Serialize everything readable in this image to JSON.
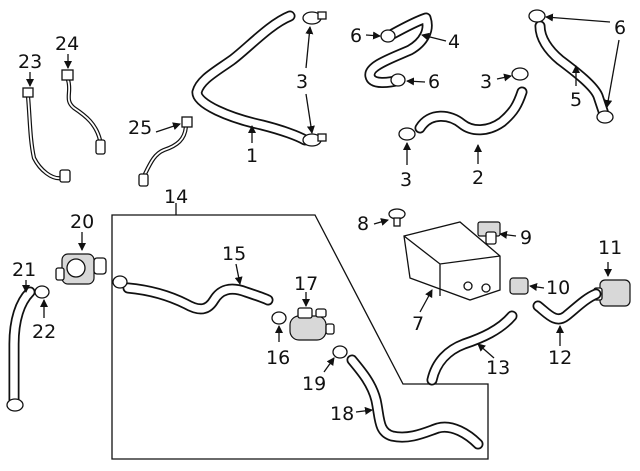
{
  "callouts": {
    "c1": "1",
    "c2": "2",
    "c3a": "3",
    "c3b": "3",
    "c4": "4",
    "c5": "5",
    "c6a": "6",
    "c6b": "6",
    "c6c": "6",
    "c7": "7",
    "c8": "8",
    "c9": "9",
    "c10": "10",
    "c11": "11",
    "c12": "12",
    "c13": "13",
    "c14": "14",
    "c15": "15",
    "c16": "16",
    "c17": "17",
    "c18": "18",
    "c19": "19",
    "c20": "20",
    "c21": "21",
    "c22": "22",
    "c23": "23",
    "c24": "24",
    "c25": "25"
  },
  "colors": {
    "line": "#111111",
    "background": "#ffffff",
    "shade": "#d8d8d8"
  }
}
